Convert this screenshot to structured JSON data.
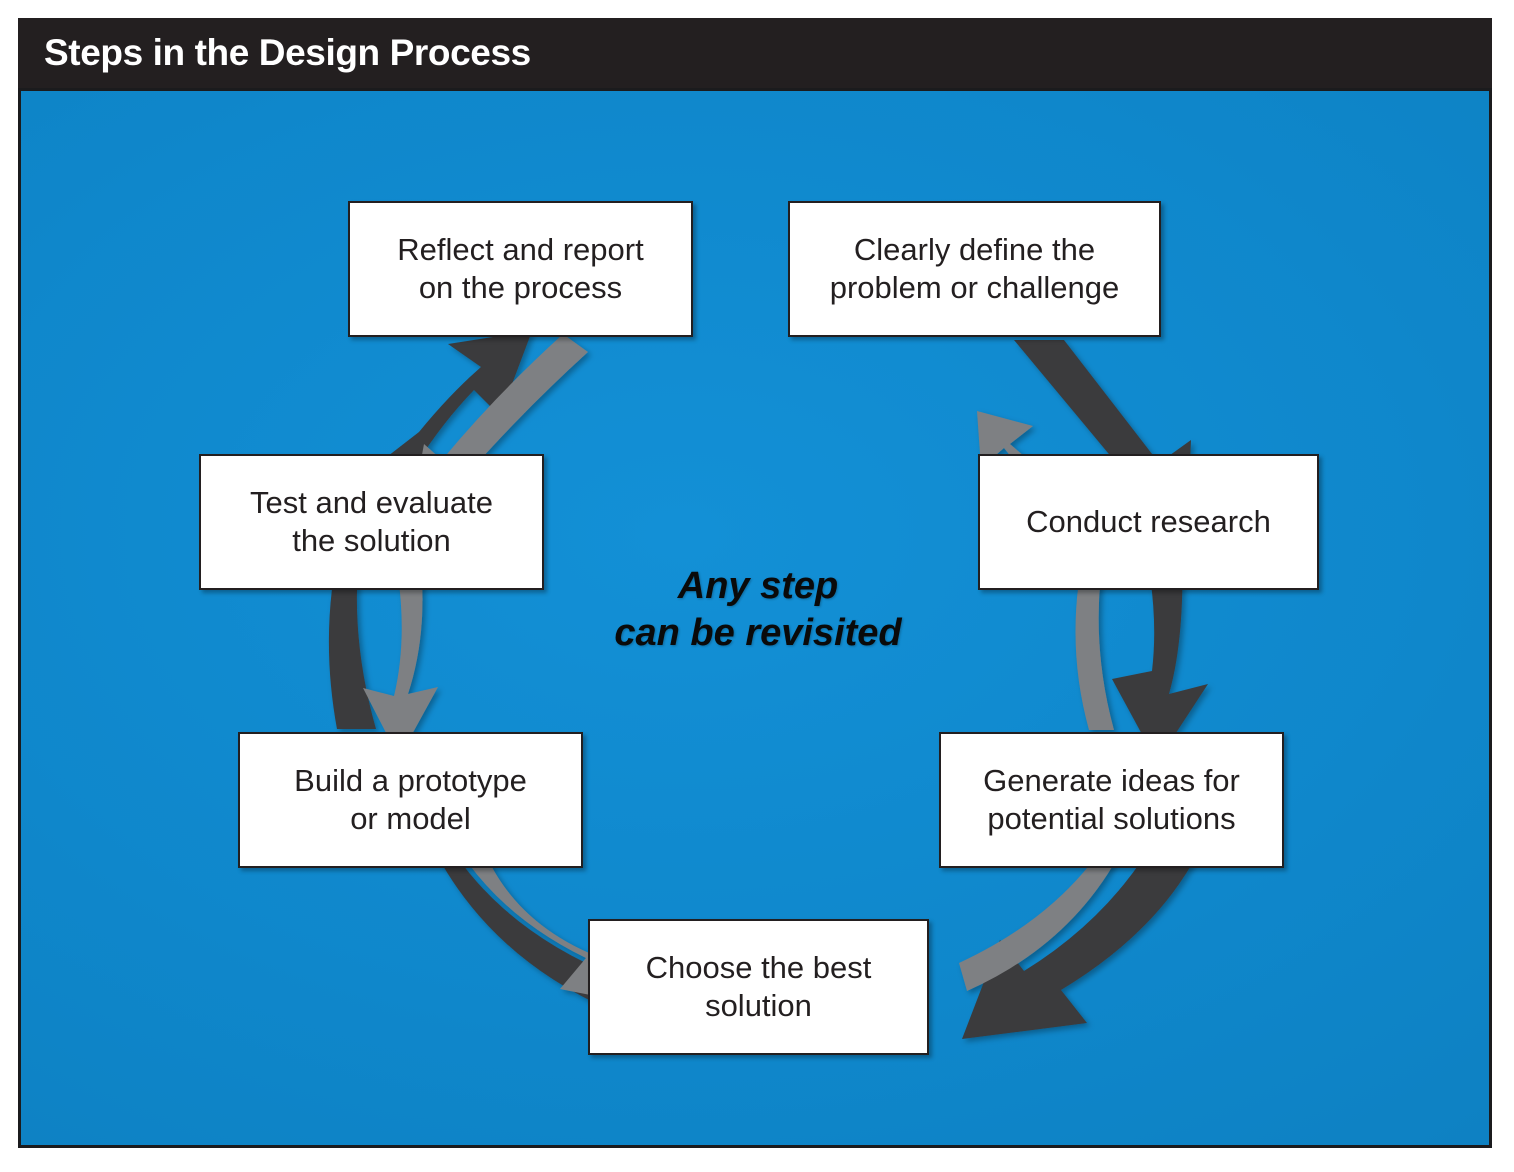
{
  "header": {
    "title": "Steps in the Design Process"
  },
  "colors": {
    "panel_blue": "#1089ce",
    "title_bar": "#231f20",
    "box_fill": "#ffffff",
    "box_border": "#231f20",
    "arrow_forward": "#3b3b3d",
    "arrow_back": "#7e8083",
    "text": "#231f20"
  },
  "diagram": {
    "type": "cycle",
    "center_note": "Any step\ncan be revisited",
    "steps": [
      {
        "id": "define",
        "order": 1,
        "label": "Clearly define the\nproblem or challenge"
      },
      {
        "id": "research",
        "order": 2,
        "label": "Conduct research"
      },
      {
        "id": "generate",
        "order": 3,
        "label": "Generate ideas for\npotential solutions"
      },
      {
        "id": "choose",
        "order": 4,
        "label": "Choose the best\nsolution"
      },
      {
        "id": "prototype",
        "order": 5,
        "label": "Build a prototype\nor model"
      },
      {
        "id": "test",
        "order": 6,
        "label": "Test and evaluate\nthe solution"
      },
      {
        "id": "reflect",
        "order": 7,
        "label": "Reflect and report\non the process"
      }
    ],
    "connectors": [
      {
        "from": "define",
        "to": "research",
        "forward_color": "#3b3b3d",
        "back_color": "#7e8083",
        "bidirectional": true
      },
      {
        "from": "research",
        "to": "generate",
        "forward_color": "#3b3b3d",
        "back_color": "#7e8083",
        "bidirectional": true
      },
      {
        "from": "generate",
        "to": "choose",
        "forward_color": "#3b3b3d",
        "back_color": "#7e8083",
        "bidirectional": true
      },
      {
        "from": "choose",
        "to": "prototype",
        "forward_color": "#3b3b3d",
        "back_color": "#7e8083",
        "bidirectional": true
      },
      {
        "from": "prototype",
        "to": "test",
        "forward_color": "#3b3b3d",
        "back_color": "#7e8083",
        "bidirectional": true
      },
      {
        "from": "test",
        "to": "reflect",
        "forward_color": "#3b3b3d",
        "back_color": "#7e8083",
        "bidirectional": true
      }
    ]
  }
}
